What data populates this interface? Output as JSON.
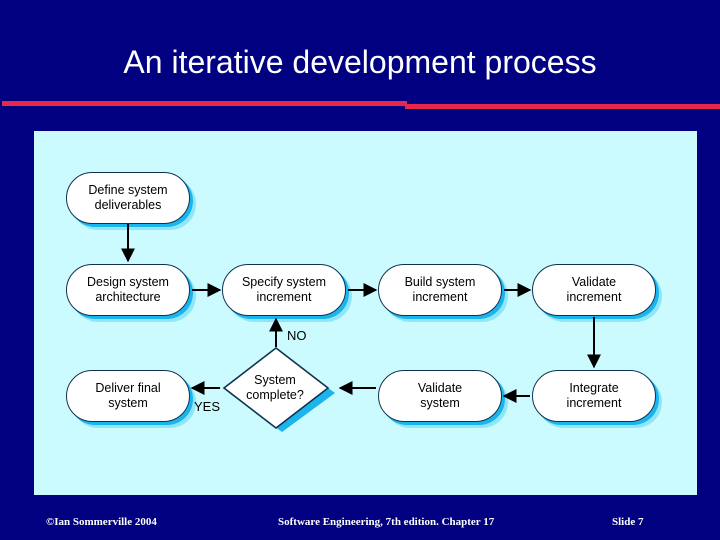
{
  "slide": {
    "title": "An iterative development process",
    "background_color": "#000080",
    "accent_rule_color": "#e8274b",
    "panel_color": "#ccfbff"
  },
  "diagram": {
    "type": "flowchart",
    "node_fill": "#ffffff",
    "node_shadow_color": "#1ab5ec",
    "nodes": [
      {
        "id": "define",
        "label_line1": "Define system",
        "label_line2": "deliverables",
        "shape": "rounded-rect"
      },
      {
        "id": "design",
        "label_line1": "Design system",
        "label_line2": "architecture",
        "shape": "rounded-rect"
      },
      {
        "id": "specify",
        "label_line1": "Specify system",
        "label_line2": "increment",
        "shape": "rounded-rect"
      },
      {
        "id": "build",
        "label_line1": "Build system",
        "label_line2": "increment",
        "shape": "rounded-rect"
      },
      {
        "id": "validinc",
        "label_line1": "Validate",
        "label_line2": "increment",
        "shape": "rounded-rect"
      },
      {
        "id": "integrate",
        "label_line1": "Integrate",
        "label_line2": "increment",
        "shape": "rounded-rect"
      },
      {
        "id": "validsys",
        "label_line1": "Validate",
        "label_line2": "system",
        "shape": "rounded-rect"
      },
      {
        "id": "deliver",
        "label_line1": "Deliver final",
        "label_line2": "system",
        "shape": "rounded-rect"
      },
      {
        "id": "decision",
        "label_line1": "System",
        "label_line2": "complete?",
        "shape": "diamond"
      }
    ],
    "edges": [
      {
        "from": "define",
        "to": "design",
        "label": ""
      },
      {
        "from": "design",
        "to": "specify",
        "label": ""
      },
      {
        "from": "specify",
        "to": "build",
        "label": ""
      },
      {
        "from": "build",
        "to": "validinc",
        "label": ""
      },
      {
        "from": "validinc",
        "to": "integrate",
        "label": ""
      },
      {
        "from": "integrate",
        "to": "validsys",
        "label": ""
      },
      {
        "from": "validsys",
        "to": "decision",
        "label": ""
      },
      {
        "from": "decision",
        "to": "specify",
        "label": "NO"
      },
      {
        "from": "decision",
        "to": "deliver",
        "label": "YES"
      }
    ],
    "edge_labels": {
      "no": "NO",
      "yes": "YES"
    }
  },
  "footer": {
    "copyright": "©Ian Sommerville 2004",
    "book": "Software Engineering, 7th edition. Chapter 17",
    "slide_number": "Slide  7"
  }
}
